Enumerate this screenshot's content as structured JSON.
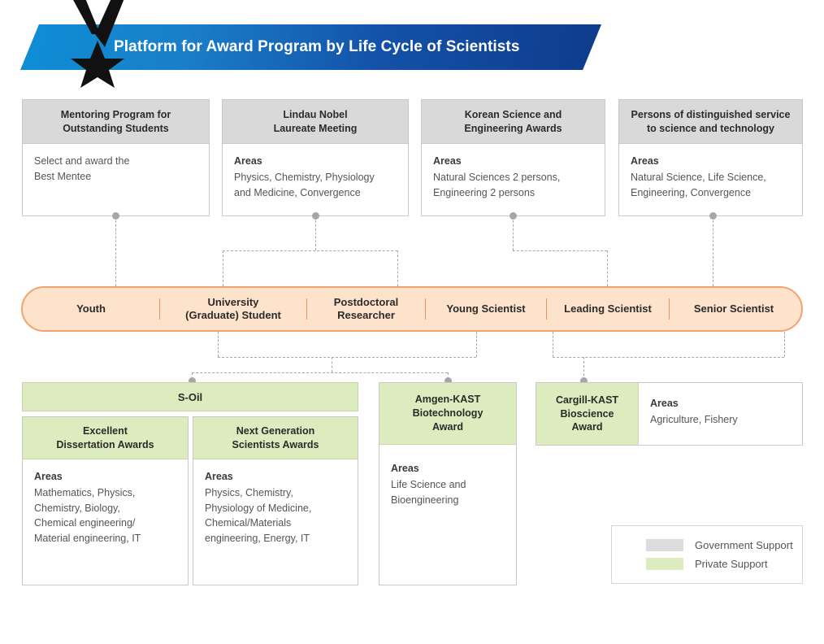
{
  "banner": {
    "title": "Platform for Award Program by Life Cycle of Scientists",
    "icon": "medal-star-icon",
    "gradient_from": "#0d8ed6",
    "gradient_to": "#0e3b8c"
  },
  "top_programs": [
    {
      "title": "Mentoring Program for\nOutstanding Students",
      "title_line1": "Mentoring Program for",
      "title_line2": "Outstanding Students",
      "has_areas": false,
      "body": "Select and award the\nBest Mentee",
      "body_line1": "Select and award the",
      "body_line2": "Best Mentee",
      "support": "Government Support"
    },
    {
      "title_line1": "Lindau Nobel",
      "title_line2": "Laureate Meeting",
      "has_areas": true,
      "areas_label": "Areas",
      "areas_line1": "Physics, Chemistry, Physiology",
      "areas_line2": "and Medicine, Convergence",
      "support": "Government Support"
    },
    {
      "title_line1": "Korean Science and",
      "title_line2": "Engineering Awards",
      "has_areas": true,
      "areas_label": "Areas",
      "areas_line1": "Natural Sciences 2 persons,",
      "areas_line2": "Engineering 2 persons",
      "support": "Government Support"
    },
    {
      "title_line1": "Persons of distinguished service",
      "title_line2": "to science and technology",
      "has_areas": true,
      "areas_label": "Areas",
      "areas_line1": "Natural Science, Life Science,",
      "areas_line2": "Engineering, Convergence",
      "support": "Government Support"
    }
  ],
  "life_cycle": {
    "stages": [
      {
        "label": "Youth",
        "line1": "Youth",
        "line2": ""
      },
      {
        "label": "University (Graduate) Student",
        "line1": "University",
        "line2": "(Graduate) Student"
      },
      {
        "label": "Postdoctoral Researcher",
        "line1": "Postdoctoral",
        "line2": "Researcher"
      },
      {
        "label": "Young Scientist",
        "line1": "Young Scientist",
        "line2": ""
      },
      {
        "label": "Leading Scientist",
        "line1": "Leading Scientist",
        "line2": ""
      },
      {
        "label": "Senior Scientist",
        "line1": "Senior Scientist",
        "line2": ""
      }
    ],
    "fill_color": "#fde3cc",
    "border_color": "#f0a470"
  },
  "bottom_programs": {
    "soil": {
      "title": "S-Oil",
      "support": "Private Support",
      "children": [
        {
          "title_line1": "Excellent",
          "title_line2": "Dissertation Awards",
          "areas_label": "Areas",
          "areas_line1": "Mathematics, Physics,",
          "areas_line2": "Chemistry, Biology,",
          "areas_line3": "Chemical engineering/",
          "areas_line4": "Material engineering, IT"
        },
        {
          "title_line1": "Next Generation",
          "title_line2": "Scientists Awards",
          "areas_label": "Areas",
          "areas_line1": "Physics, Chemistry,",
          "areas_line2": "Physiology of Medicine,",
          "areas_line3": "Chemical/Materials",
          "areas_line4": "engineering, Energy, IT"
        }
      ]
    },
    "amgen": {
      "title_line1": "Amgen-KAST",
      "title_line2": "Biotechnology",
      "title_line3": "Award",
      "areas_label": "Areas",
      "areas_line1": "Life Science and",
      "areas_line2": "Bioengineering",
      "support": "Private Support"
    },
    "cargill": {
      "title_line1": "Cargill-KAST",
      "title_line2": "Bioscience",
      "title_line3": "Award",
      "areas_label": "Areas",
      "areas_line1": "Agriculture, Fishery",
      "support": "Private Support"
    }
  },
  "legend": {
    "items": [
      {
        "label": "Government Support",
        "color": "#dcdcdc"
      },
      {
        "label": "Private Support",
        "color": "#dcecbe"
      }
    ]
  }
}
